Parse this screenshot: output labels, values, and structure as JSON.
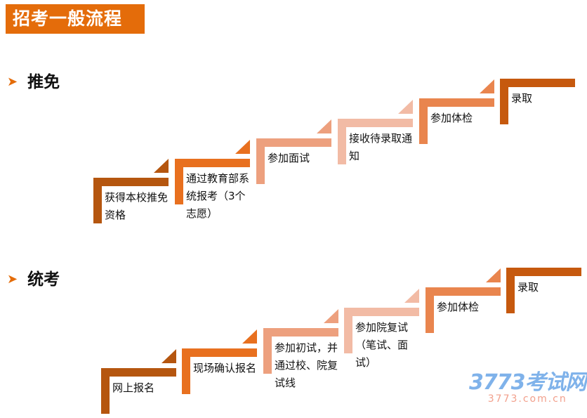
{
  "title": "招考一般流程",
  "sections": [
    {
      "label": "推免",
      "steps": [
        "获得本校推免资格",
        "通过教育部系统报考（3个志愿）",
        "参加面试",
        "接收待录取通知",
        "参加体检",
        "录取"
      ]
    },
    {
      "label": "统考",
      "steps": [
        "网上报名",
        "现场确认报名",
        "参加初试，并通过校、院复试线",
        "参加院复试（笔试、面试）",
        "参加体检",
        "录取"
      ]
    }
  ],
  "colors": [
    "#B5560F",
    "#E8701F",
    "#EDA07E",
    "#F2BBA5",
    "#E9854E",
    "#C6590E"
  ],
  "watermark": {
    "logo": "3773考试网",
    "url": "3773.com.cn"
  }
}
